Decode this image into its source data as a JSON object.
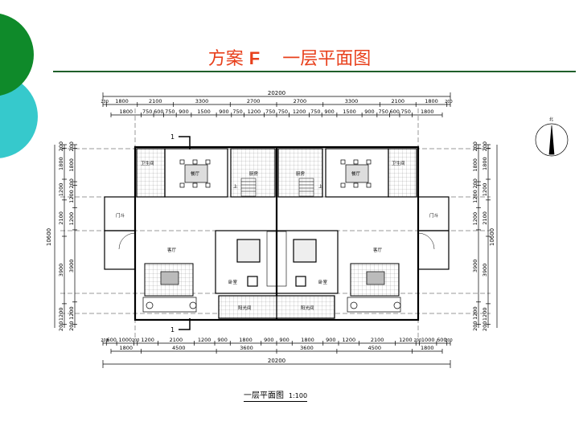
{
  "colors": {
    "green": "#0f8a2a",
    "teal": "#36c9cc",
    "title": "#e8401c",
    "rule": "#1f5f2a"
  },
  "title": {
    "scheme": "方案",
    "letter": "F",
    "name": "一层平面图"
  },
  "caption": {
    "name": "一层平面图",
    "scale": "1:100"
  },
  "north": "北",
  "section_marks": [
    "1",
    "1"
  ],
  "overall_width": "20200",
  "overall_depth": "10600",
  "top_dims_outer": [
    "200",
    "1800",
    "2100",
    "3300",
    "2700",
    "2700",
    "3300",
    "2100",
    "1800",
    "200"
  ],
  "top_dims_inner": [
    "1800",
    "750",
    "600",
    "750",
    "900",
    "1500",
    "900",
    "750",
    "1200",
    "750",
    "750",
    "1200",
    "750",
    "900",
    "1500",
    "900",
    "750",
    "600",
    "750",
    "1800"
  ],
  "bottom_dims_inner": [
    "200",
    "600",
    "1000",
    "200",
    "1200",
    "2100",
    "1200",
    "900",
    "1800",
    "900",
    "900",
    "1800",
    "900",
    "1200",
    "2100",
    "1200",
    "200",
    "1000",
    "600",
    "200"
  ],
  "bottom_dims_outer": [
    "1800",
    "4500",
    "3600",
    "3600",
    "4500",
    "1800"
  ],
  "side_dims_outer": [
    "200",
    "1800",
    "1200",
    "2100",
    "3900",
    "1200",
    "200"
  ],
  "side_dims_inner": [
    "200",
    "1800",
    "200",
    "1200",
    "1200",
    "3900",
    "1200",
    "200"
  ],
  "rooms": {
    "bath": "卫生间",
    "dining": "餐厅",
    "kitchen": "厨房",
    "living": "客厅",
    "bedroom": "卧室",
    "sunroom": "阳光间",
    "entry": "门斗",
    "up": "上"
  }
}
